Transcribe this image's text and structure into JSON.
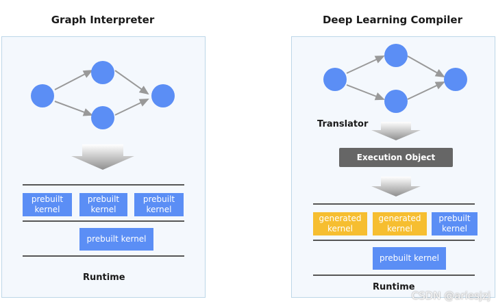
{
  "left": {
    "title": "Graph Interpreter",
    "kernels": [
      "prebuilt\nkernel",
      "prebuilt\nkernel",
      "prebuilt\nkernel"
    ],
    "bottom_kernel": "prebuilt kernel",
    "runtime_label": "Runtime"
  },
  "right": {
    "title": "Deep Learning Compiler",
    "translator_label": "Translator",
    "execution_object": "Execution Object",
    "kernels": [
      "generated\nkernel",
      "generated\nkernel",
      "prebuilt\nkernel"
    ],
    "bottom_kernel": "prebuilt kernel",
    "runtime_label": "Runtime"
  },
  "colors": {
    "node": "#5b8ef5",
    "prebuilt": "#5b8ef5",
    "generated": "#f6be30",
    "execution_object": "#666666"
  },
  "watermark": "CSDN @ariesjzj"
}
